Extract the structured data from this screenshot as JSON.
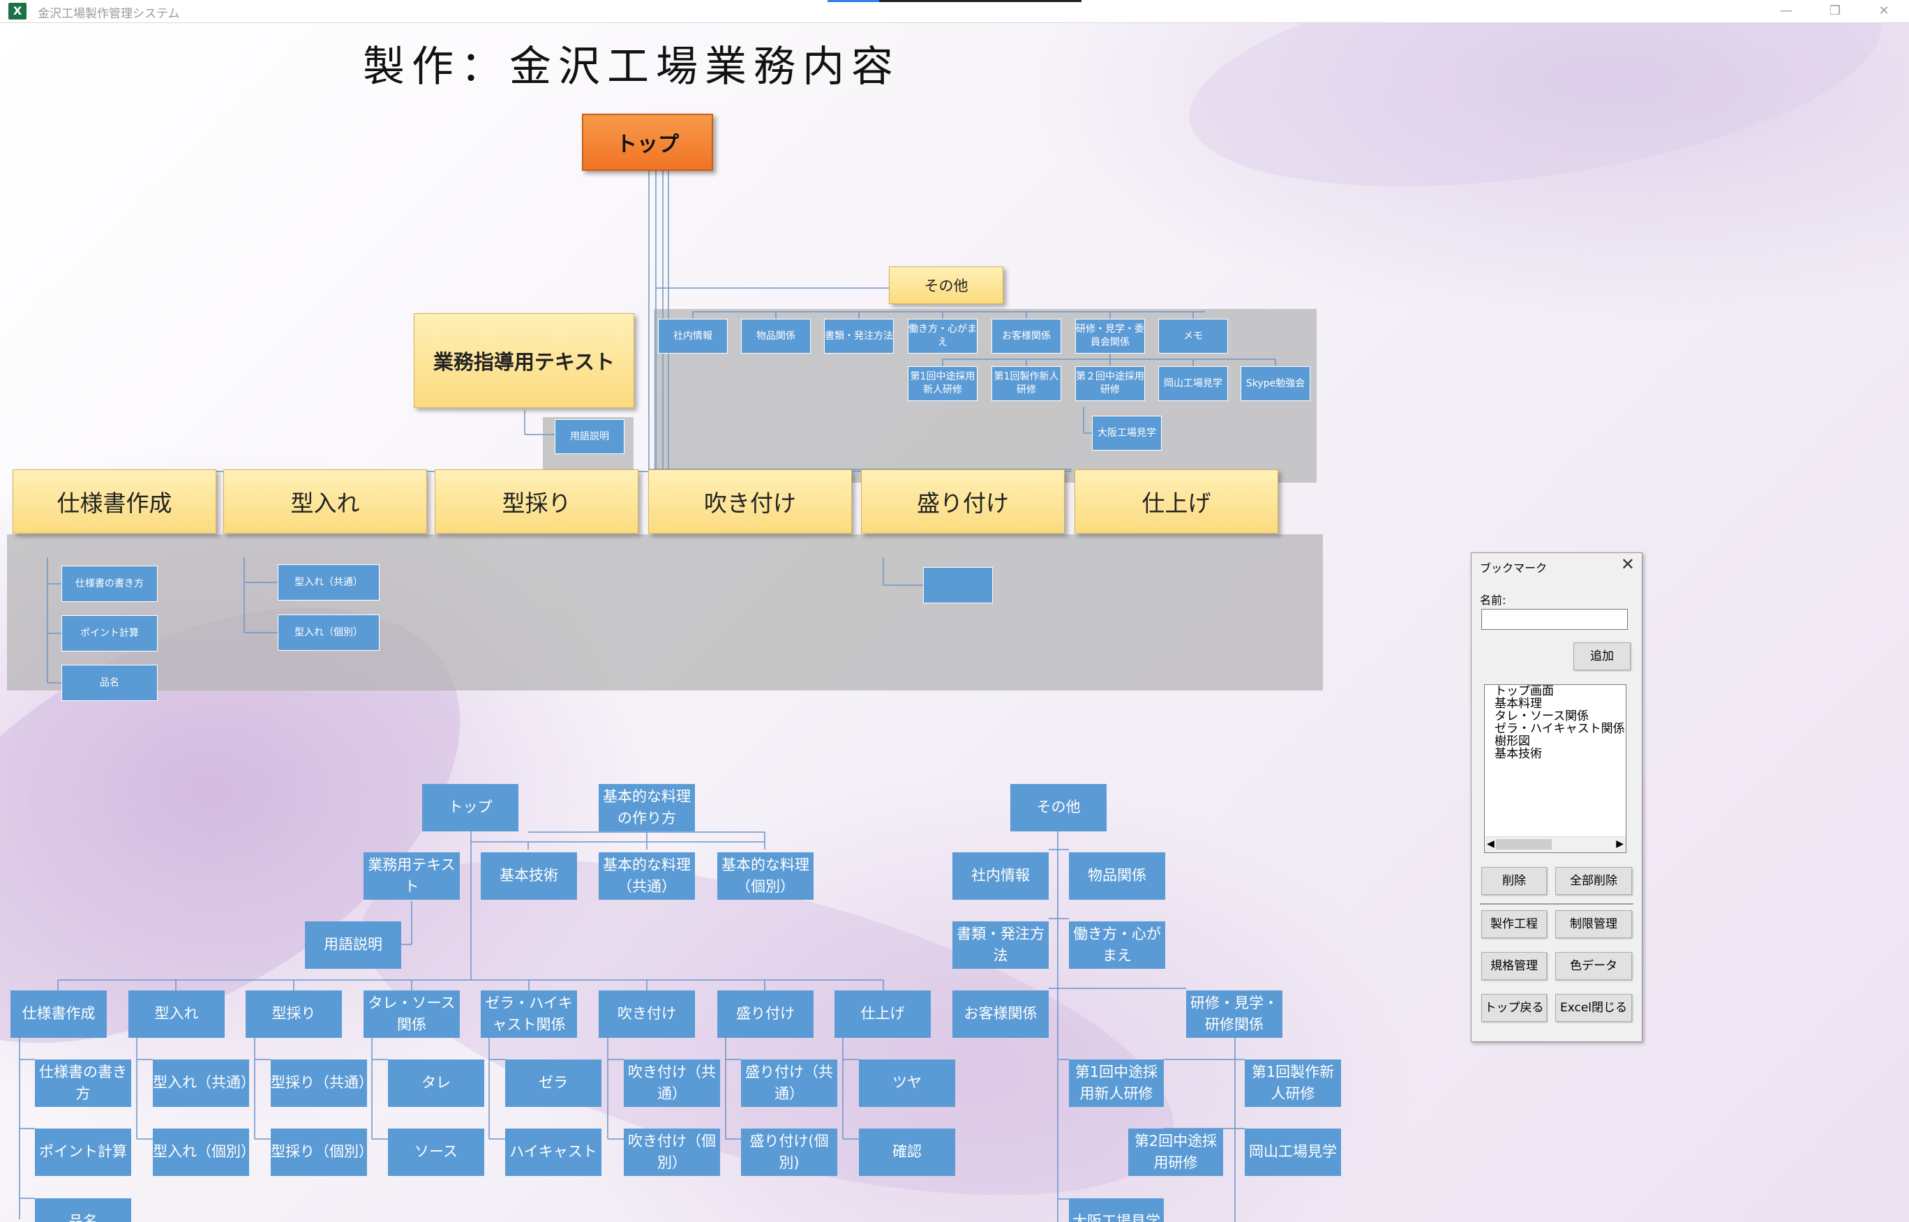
{
  "window": {
    "app_icon": "X",
    "title": "金沢工場製作管理システム",
    "buttons": [
      "minimize-icon",
      "restore-icon",
      "close-icon"
    ]
  },
  "sheet": {
    "page_title": "製作：金沢工場業務内容",
    "top_button": "トップ",
    "other_button": "その他",
    "guidance_text_button": "業務指導用テキスト",
    "glossary_button": "用語説明",
    "other_items": [
      "社内情報",
      "物品関係",
      "書類・発注方法",
      "働き方・心がまえ",
      "お客様関係",
      "研修・見学・委員会関係",
      "メモ"
    ],
    "training_items": [
      "第1回中途採用新人研修",
      "第1回製作新人研修",
      "第２回中途採用研修",
      "岡山工場見学",
      "Skype勉強会"
    ],
    "osaka_item": "大阪工場見学",
    "process_buttons": [
      "仕様書作成",
      "型入れ",
      "型採り",
      "吹き付け",
      "盛り付け",
      "仕上げ"
    ],
    "spec_items": [
      "仕様書の書き方",
      "ポイント計算",
      "品名"
    ],
    "katairi_items": [
      "型入れ（共通）",
      "型入れ（個別）"
    ],
    "moritsuke_items": [
      ""
    ]
  },
  "sitemap": {
    "top": "トップ",
    "basic_cooking": "基本的な料理の作り方",
    "other": "その他",
    "business_text": "業務用テキスト",
    "basic_technique": "基本技術",
    "basic_common": "基本的な料理（共通）",
    "basic_individual": "基本的な料理（個別）",
    "glossary": "用語説明",
    "processes": [
      "仕様書作成",
      "型入れ",
      "型採り",
      "タレ・ソース関係",
      "ゼラ・ハイキャスト関係",
      "吹き付け",
      "盛り付け",
      "仕上げ"
    ],
    "spec_children": [
      "仕様書の書き方",
      "ポイント計算",
      "品名"
    ],
    "katairi_children": [
      "型入れ（共通）",
      "型入れ（個別）"
    ],
    "katatori_children": [
      "型採り（共通）",
      "型採り（個別）"
    ],
    "sauce_children": [
      "タレ",
      "ソース"
    ],
    "zera_children": [
      "ゼラ",
      "ハイキャスト"
    ],
    "fukitsuke_children": [
      "吹き付け（共通）",
      "吹き付け（個別）"
    ],
    "moritsuke_children": [
      "盛り付け（共通）",
      "盛り付け(個別)"
    ],
    "shiage_children": [
      "ツヤ",
      "確認"
    ],
    "other_children": [
      "社内情報",
      "物品関係",
      "書類・発注方法",
      "働き方・心がまえ",
      "お客様関係",
      "研修・見学・研修関係"
    ],
    "training_children": [
      "第1回中途採用新人研修",
      "第1回製作新人研修",
      "第2回中途採用研修",
      "岡山工場見学",
      "大阪工場見学"
    ]
  },
  "bookmark_dialog": {
    "title": "ブックマーク",
    "close_icon": "close-icon",
    "name_label": "名前:",
    "name_value": "",
    "add_button": "追加",
    "list_items": [
      "トップ画面",
      "基本料理",
      "タレ・ソース関係",
      "ゼラ・ハイキャスト関係",
      "樹形図",
      "基本技術"
    ],
    "delete_button": "削除",
    "delete_all_button": "全部削除",
    "buttons": [
      "製作工程",
      "制限管理",
      "規格管理",
      "色データ",
      "トップ戻る",
      "Excel閉じる"
    ]
  }
}
